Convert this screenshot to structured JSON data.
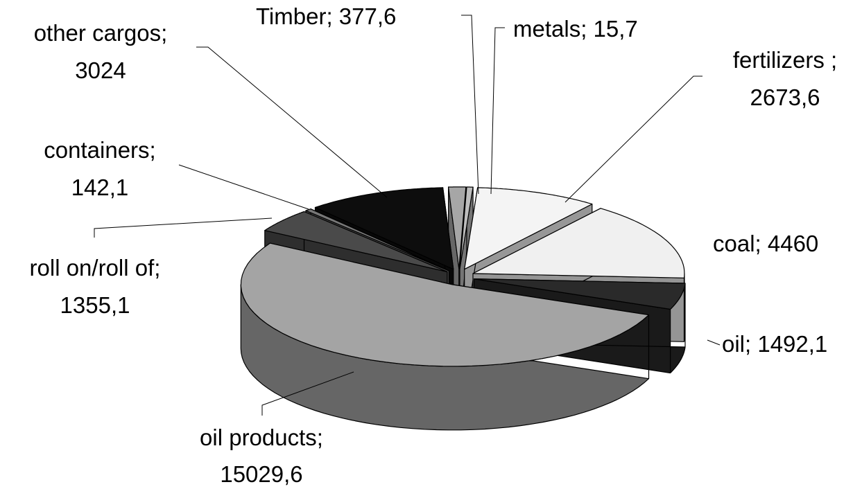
{
  "chart_data": {
    "type": "pie",
    "title": "",
    "style": "3d exploded, grayscale",
    "legend": "none",
    "slices": [
      {
        "label": "Timber; 377,6",
        "name": "Timber",
        "value": 377.6,
        "color": "#a6a6a6"
      },
      {
        "label": "metals; 15,7",
        "name": "metals",
        "value": 15.7,
        "color": "#bdbdbd"
      },
      {
        "label": "fertilizers ; 2673,6",
        "name": "fertilizers ",
        "value": 2673.6,
        "color": "#f4f4f4"
      },
      {
        "label": "coal; 4460",
        "name": "coal",
        "value": 4460,
        "color": "#f0f0f0"
      },
      {
        "label": "oil; 1492,1",
        "name": "oil",
        "value": 1492.1,
        "color": "#2a2a2a"
      },
      {
        "label": "oil products; 15029,6",
        "name": "oil products",
        "value": 15029.6,
        "color": "#a4a4a4"
      },
      {
        "label": "roll on/roll of; 1355,1",
        "name": "roll on/roll of",
        "value": 1355.1,
        "color": "#4a4a4a"
      },
      {
        "label": "containers; 142,1",
        "name": "containers",
        "value": 142.1,
        "color": "#777777"
      },
      {
        "label": "other cargos; 3024",
        "name": "other cargos",
        "value": 3024,
        "color": "#0d0d0d"
      }
    ]
  }
}
